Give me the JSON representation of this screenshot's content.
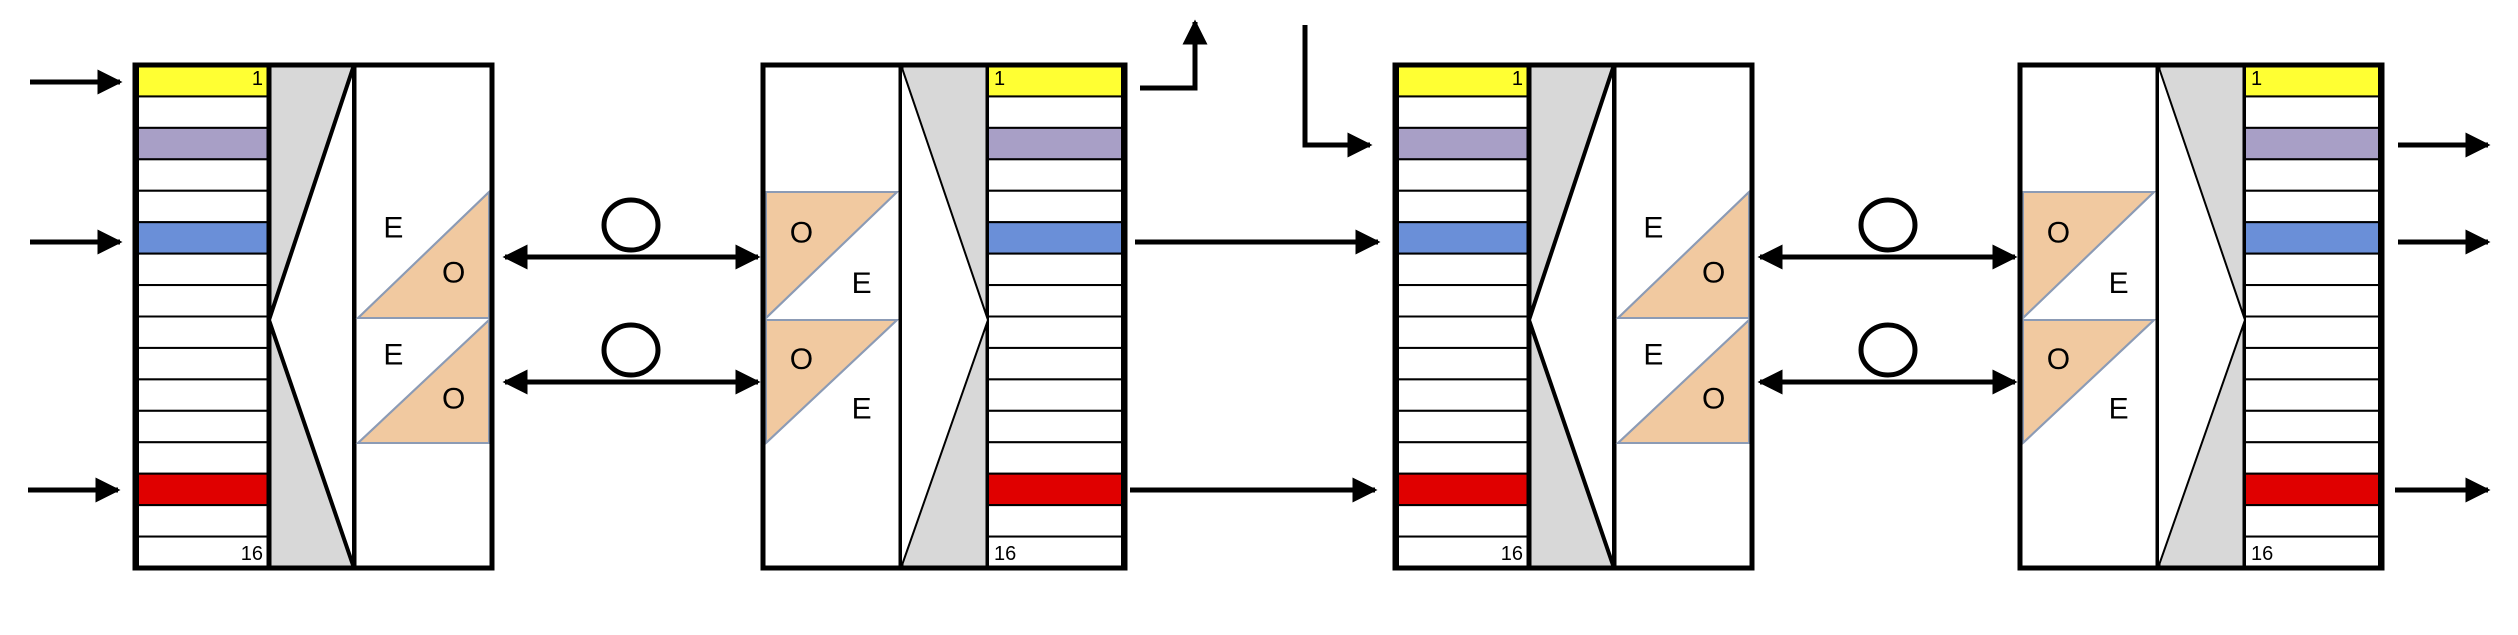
{
  "diagram": {
    "channel_first": "1",
    "channel_last": "16",
    "converter_electrical": "E",
    "converter_optical": "O"
  },
  "colors": {
    "channel_1": "#ffff33",
    "channel_3": "#a89fc6",
    "channel_6": "#6a8fd8",
    "channel_14": "#e00000",
    "empty_channel": "#ffffff",
    "mux": "#d8d8d8",
    "converter": "#f1c9a0",
    "line": "#000000"
  }
}
